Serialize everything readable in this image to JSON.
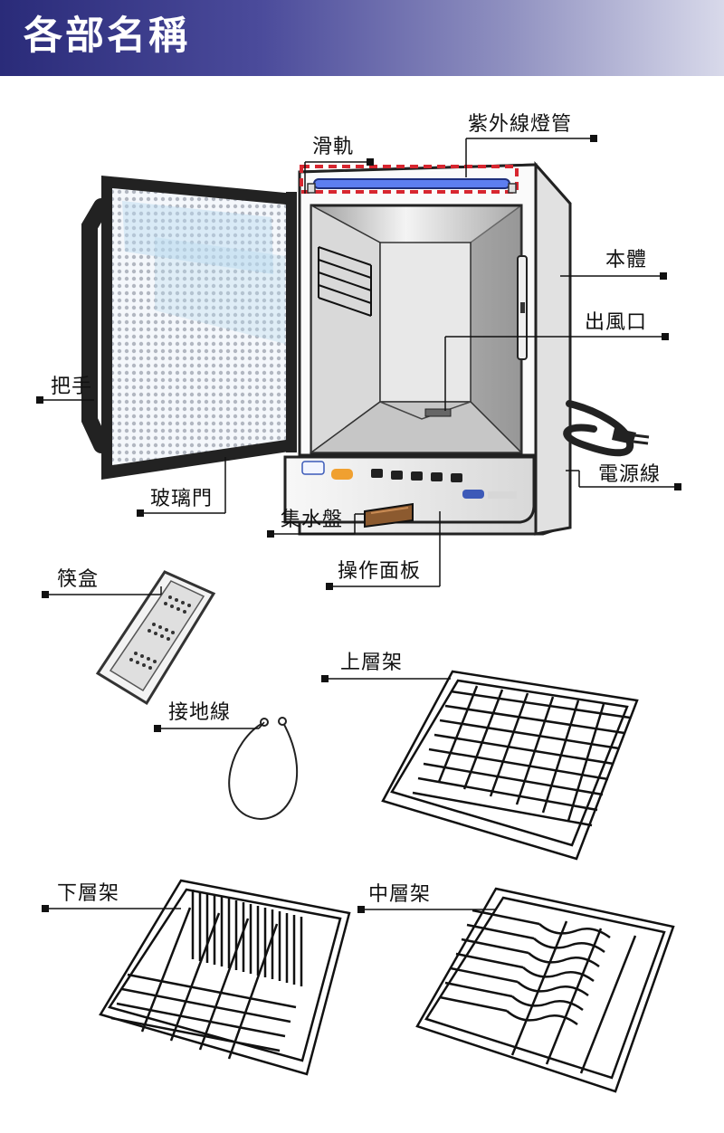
{
  "header": {
    "title": "各部名稱",
    "gradient_start": "#2a2b79",
    "gradient_end": "#d8d9ea"
  },
  "labels": {
    "uv_lamp": "紫外線燈管",
    "rail": "滑軌",
    "body": "本體",
    "air_outlet": "出風口",
    "handle": "把手",
    "power_cord": "電源線",
    "glass_door": "玻璃門",
    "water_tray": "集水盤",
    "control_panel": "操作面板",
    "chopstick_box": "筷盒",
    "upper_rack": "上層架",
    "ground_wire": "接地線",
    "lower_rack": "下層架",
    "middle_rack": "中層架"
  },
  "colors": {
    "highlight_dash": "#d7262f",
    "uv_blue": "#5d7ef0",
    "line": "#111111"
  }
}
